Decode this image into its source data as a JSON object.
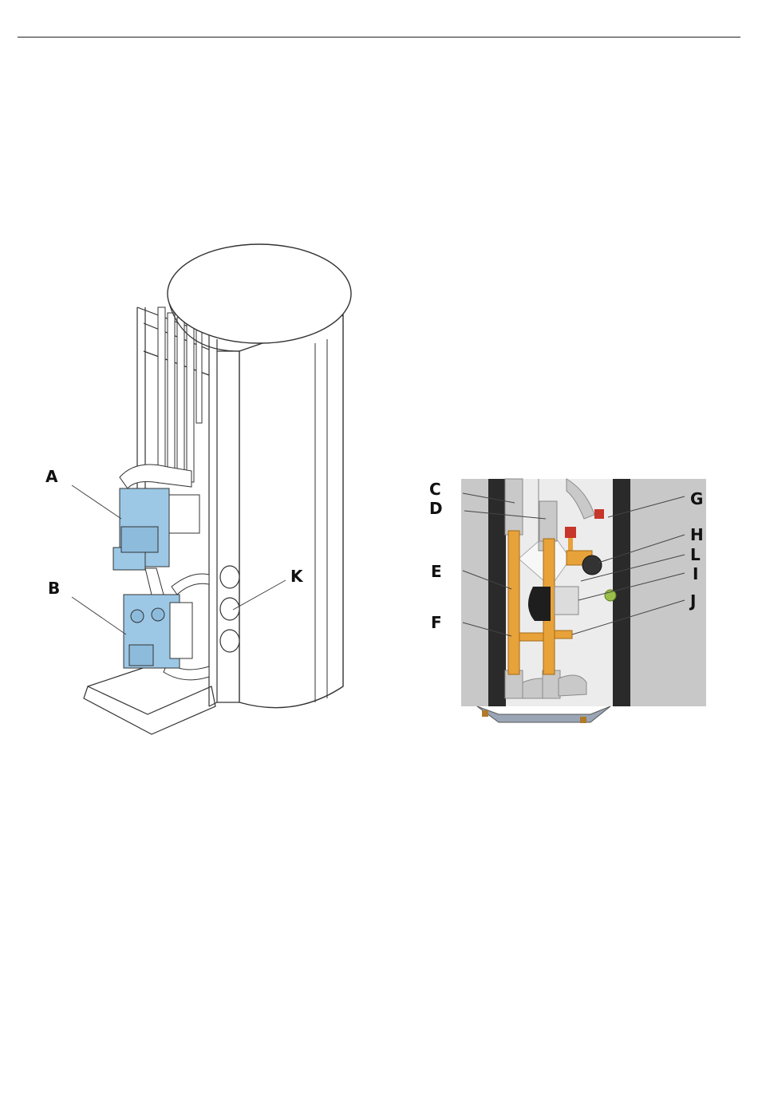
{
  "figure_left": {
    "labels": {
      "A": "A",
      "B": "B",
      "K": "K"
    }
  },
  "figure_right": {
    "labels": {
      "C": "C",
      "D": "D",
      "E": "E",
      "F": "F",
      "G": "G",
      "H": "H",
      "L": "L",
      "I": "I",
      "J": "J"
    }
  },
  "colors": {
    "module_blue": "#9cc8e6",
    "pipe_copper": "#e8a23a",
    "pipe_insulation": "#c9c9c9",
    "panel_dark": "#2a2a2a",
    "cylinder_grey": "#c8c8c8"
  }
}
